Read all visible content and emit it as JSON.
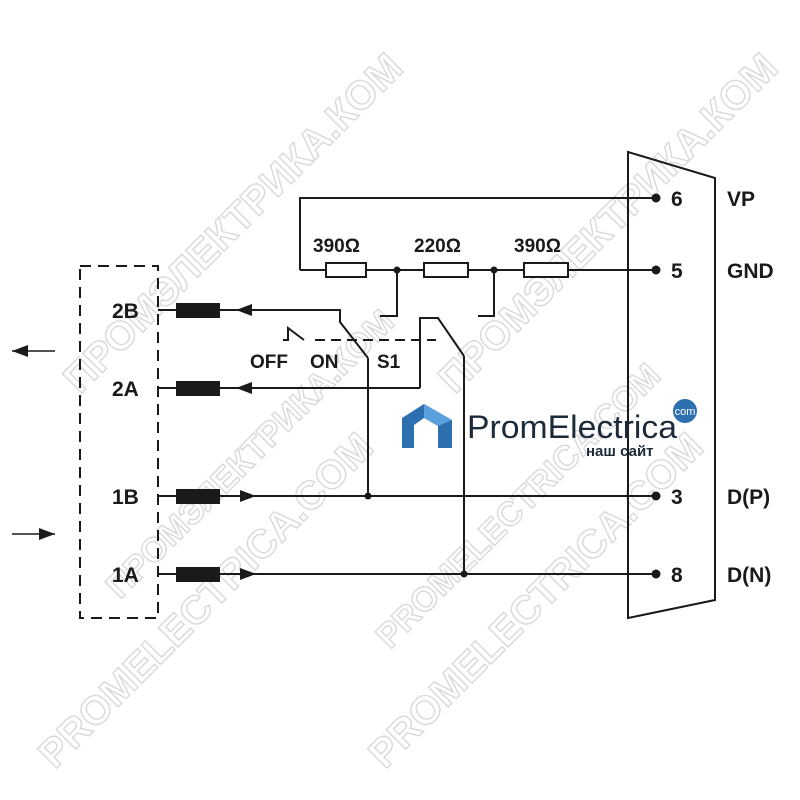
{
  "watermarks": {
    "top_left": "ПРОМЭЛЕКТРИКА.КОМ",
    "top_right": "ПРОМЭЛЕКТРИКА.КОМ",
    "middle": "ПРОМЭЛЕКТРИКА.КОМ",
    "mid_lower": "PROMELECTRICA.COM",
    "bottom_left": "PROMELECTRICA.COM",
    "bottom_right": "PROMELECTRICA.COM"
  },
  "logo": {
    "brand": "PromElectrica",
    "badge": "com",
    "tagline": "наш сайт",
    "accent_color": "#2e6fb0",
    "brand_color": "#1c2a3a"
  },
  "connector_pins": [
    {
      "number": "6",
      "signal": "VP"
    },
    {
      "number": "5",
      "signal": "GND"
    },
    {
      "number": "3",
      "signal": "D(P)"
    },
    {
      "number": "8",
      "signal": "D(N)"
    }
  ],
  "resistors": [
    "390Ω",
    "220Ω",
    "390Ω"
  ],
  "switch": {
    "name": "S1",
    "off_label": "OFF",
    "on_label": "ON"
  },
  "bus_terminals": [
    "2B",
    "2A",
    "1B",
    "1A"
  ],
  "line_color": "#1a1a1a"
}
